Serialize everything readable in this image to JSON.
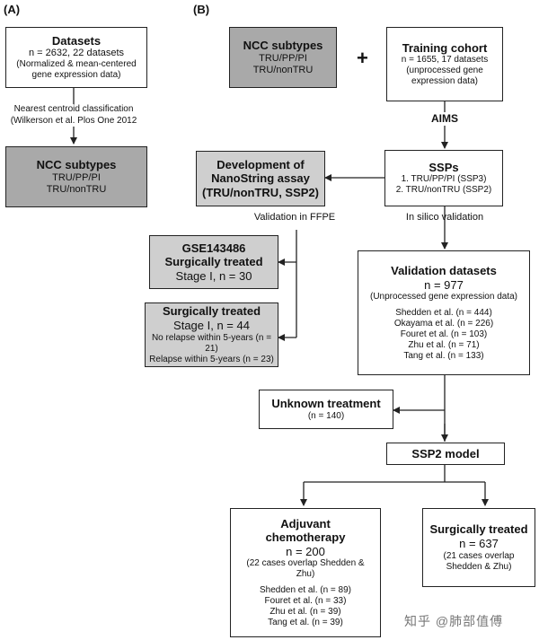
{
  "panels": {
    "a_label": "(A)",
    "b_label": "(B)"
  },
  "a": {
    "datasets": {
      "title": "Datasets",
      "line1": "n = 2632, 22 datasets",
      "line2": "(Normalized & mean-centered",
      "line3": "gene expression data)"
    },
    "classification": {
      "line1": "Nearest centroid classification",
      "line2": "(Wilkerson et al. Plos One 2012"
    },
    "ncc": {
      "title": "NCC subtypes",
      "line1": "TRU/PP/PI",
      "line2": "TRU/nonTRU"
    }
  },
  "b": {
    "ncc": {
      "title": "NCC subtypes",
      "line1": "TRU/PP/PI",
      "line2": "TRU/nonTRU"
    },
    "plus": "+",
    "training": {
      "title": "Training cohort",
      "line1": "n = 1655, 17 datasets",
      "line2": "(unprocessed gene",
      "line3": "expression data)"
    },
    "aims": "AIMS",
    "ssps": {
      "title": "SSPs",
      "line1": "1. TRU/PP/PI (SSP3)",
      "line2": "2. TRU/nonTRU (SSP2)"
    },
    "nanostring": {
      "line1": "Development of",
      "line2": "NanoString assay",
      "line3": "(TRU/nonTRU, SSP2)"
    },
    "validation_ffpe": "Validation in FFPE",
    "in_silico": "In silico validation",
    "gse": {
      "title": "GSE143486",
      "line1": "Surgically treated",
      "line2": "Stage I, n = 30"
    },
    "surg44": {
      "title": "Surgically treated",
      "line1": "Stage I, n = 44",
      "line2": "No relapse within 5-years (n = 21)",
      "line3": "Relapse within 5-years (n = 23)"
    },
    "validation": {
      "title": "Validation datasets",
      "n": "n = 977",
      "sub": "(Unprocessed gene expression data)",
      "items": [
        "Shedden et al. (n = 444)",
        "Okayama et al. (n = 226)",
        "Fouret et al. (n = 103)",
        "Zhu et al. (n = 71)",
        "Tang et al. (n = 133)"
      ]
    },
    "unknown": {
      "title": "Unknown treatment",
      "n": "(n = 140)"
    },
    "ssp2": {
      "title": "SSP2 model"
    },
    "adjuvant": {
      "title1": "Adjuvant",
      "title2": "chemotherapy",
      "n": "n = 200",
      "sub1": "(22 cases overlap Shedden &",
      "sub2": "Zhu)",
      "items": [
        "Shedden et al. (n = 89)",
        "Fouret et al. (n = 33)",
        "Zhu et al. (n = 39)",
        "Tang et al. (n = 39)"
      ]
    },
    "surg637": {
      "title": "Surgically treated",
      "n": "n = 637",
      "sub1": "(21 cases overlap",
      "sub2": "Shedden & Zhu)"
    }
  },
  "watermark": "知乎 @肺部值傅",
  "colors": {
    "box_dark": "#a9a9a9",
    "box_light": "#cfcfcf",
    "line": "#222222"
  }
}
